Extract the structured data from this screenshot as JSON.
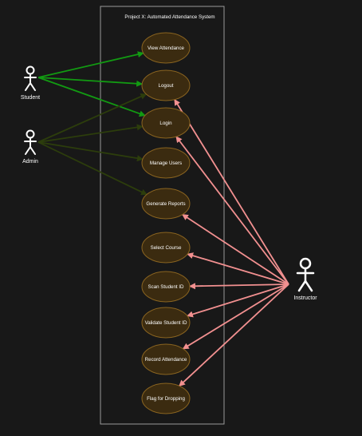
{
  "system": {
    "title": "Project X: Automated Attendance System"
  },
  "actors": {
    "student": "Student",
    "admin": "Admin",
    "instructor": "Instructor"
  },
  "use_cases": {
    "view_attendance": "View Attendance",
    "logout": "Logout",
    "login": "Login",
    "manage_users": "Manage Users",
    "generate_reports": "Generate Reports",
    "select_course": "Select Course",
    "scan_student_id": "Scan Student ID",
    "validate_student_id": "Validate Student ID",
    "record_attendance": "Record Attendance",
    "flag_for_dropping": "Flag for Dropping"
  },
  "associations": [
    {
      "from": "student",
      "to": "view_attendance"
    },
    {
      "from": "student",
      "to": "logout"
    },
    {
      "from": "student",
      "to": "login"
    },
    {
      "from": "admin",
      "to": "logout"
    },
    {
      "from": "admin",
      "to": "login"
    },
    {
      "from": "admin",
      "to": "manage_users"
    },
    {
      "from": "admin",
      "to": "generate_reports"
    },
    {
      "from": "instructor",
      "to": "logout"
    },
    {
      "from": "instructor",
      "to": "login"
    },
    {
      "from": "instructor",
      "to": "generate_reports"
    },
    {
      "from": "instructor",
      "to": "select_course"
    },
    {
      "from": "instructor",
      "to": "scan_student_id"
    },
    {
      "from": "instructor",
      "to": "validate_student_id"
    },
    {
      "from": "instructor",
      "to": "record_attendance"
    },
    {
      "from": "instructor",
      "to": "flag_for_dropping"
    }
  ],
  "colors": {
    "background": "#181818",
    "use_case_fill": "#3b2b10",
    "use_case_stroke": "#8a6420",
    "system_border": "#9a9a9a",
    "student_line": "#129a12",
    "admin_line": "#2c3d0c",
    "instructor_line": "#f29090",
    "actor": "#ffffff"
  }
}
